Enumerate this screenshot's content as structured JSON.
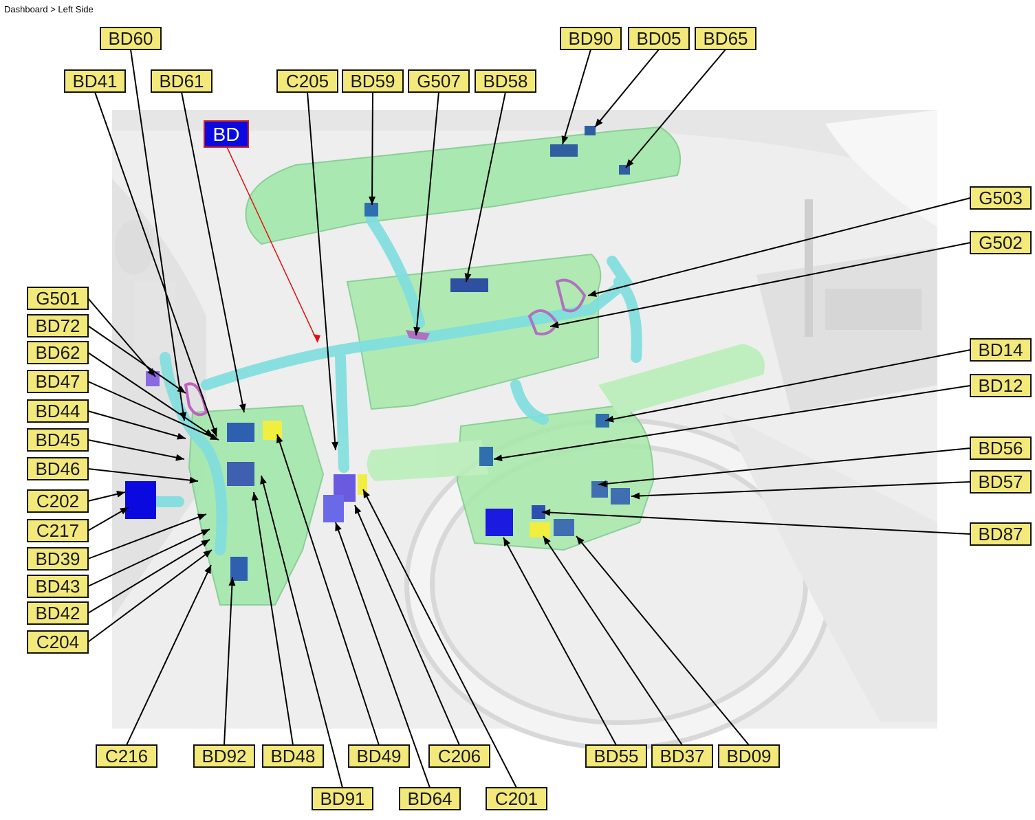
{
  "breadcrumb": "Dashboard > Left Side",
  "harness_tag": "BD",
  "colors": {
    "label_fill": "#f3e97a",
    "harness_fill": "#8ee3a0",
    "wire": "#7fe0e0",
    "connector": "#2244cc",
    "pointer": "#e01010",
    "harness_tag_fill": "#0a0ae0"
  },
  "labels": [
    {
      "id": "bd60",
      "text": "BD60"
    },
    {
      "id": "bd41",
      "text": "BD41"
    },
    {
      "id": "bd61",
      "text": "BD61"
    },
    {
      "id": "c205",
      "text": "C205"
    },
    {
      "id": "bd59",
      "text": "BD59"
    },
    {
      "id": "g507",
      "text": "G507"
    },
    {
      "id": "bd58",
      "text": "BD58"
    },
    {
      "id": "bd90",
      "text": "BD90"
    },
    {
      "id": "bd05",
      "text": "BD05"
    },
    {
      "id": "bd65",
      "text": "BD65"
    },
    {
      "id": "g503",
      "text": "G503"
    },
    {
      "id": "g502",
      "text": "G502"
    },
    {
      "id": "bd14",
      "text": "BD14"
    },
    {
      "id": "bd12",
      "text": "BD12"
    },
    {
      "id": "bd56",
      "text": "BD56"
    },
    {
      "id": "bd57",
      "text": "BD57"
    },
    {
      "id": "bd87",
      "text": "BD87"
    },
    {
      "id": "g501",
      "text": "G501"
    },
    {
      "id": "bd72",
      "text": "BD72"
    },
    {
      "id": "bd62",
      "text": "BD62"
    },
    {
      "id": "bd47",
      "text": "BD47"
    },
    {
      "id": "bd44",
      "text": "BD44"
    },
    {
      "id": "bd45",
      "text": "BD45"
    },
    {
      "id": "bd46",
      "text": "BD46"
    },
    {
      "id": "c202",
      "text": "C202"
    },
    {
      "id": "c217",
      "text": "C217"
    },
    {
      "id": "bd39",
      "text": "BD39"
    },
    {
      "id": "bd43",
      "text": "BD43"
    },
    {
      "id": "bd42",
      "text": "BD42"
    },
    {
      "id": "c204",
      "text": "C204"
    },
    {
      "id": "c216",
      "text": "C216"
    },
    {
      "id": "bd92",
      "text": "BD92"
    },
    {
      "id": "bd48",
      "text": "BD48"
    },
    {
      "id": "bd49",
      "text": "BD49"
    },
    {
      "id": "c206",
      "text": "C206"
    },
    {
      "id": "bd55",
      "text": "BD55"
    },
    {
      "id": "bd37",
      "text": "BD37"
    },
    {
      "id": "bd09",
      "text": "BD09"
    },
    {
      "id": "bd91",
      "text": "BD91"
    },
    {
      "id": "bd64",
      "text": "BD64"
    },
    {
      "id": "c201",
      "text": "C201"
    }
  ]
}
